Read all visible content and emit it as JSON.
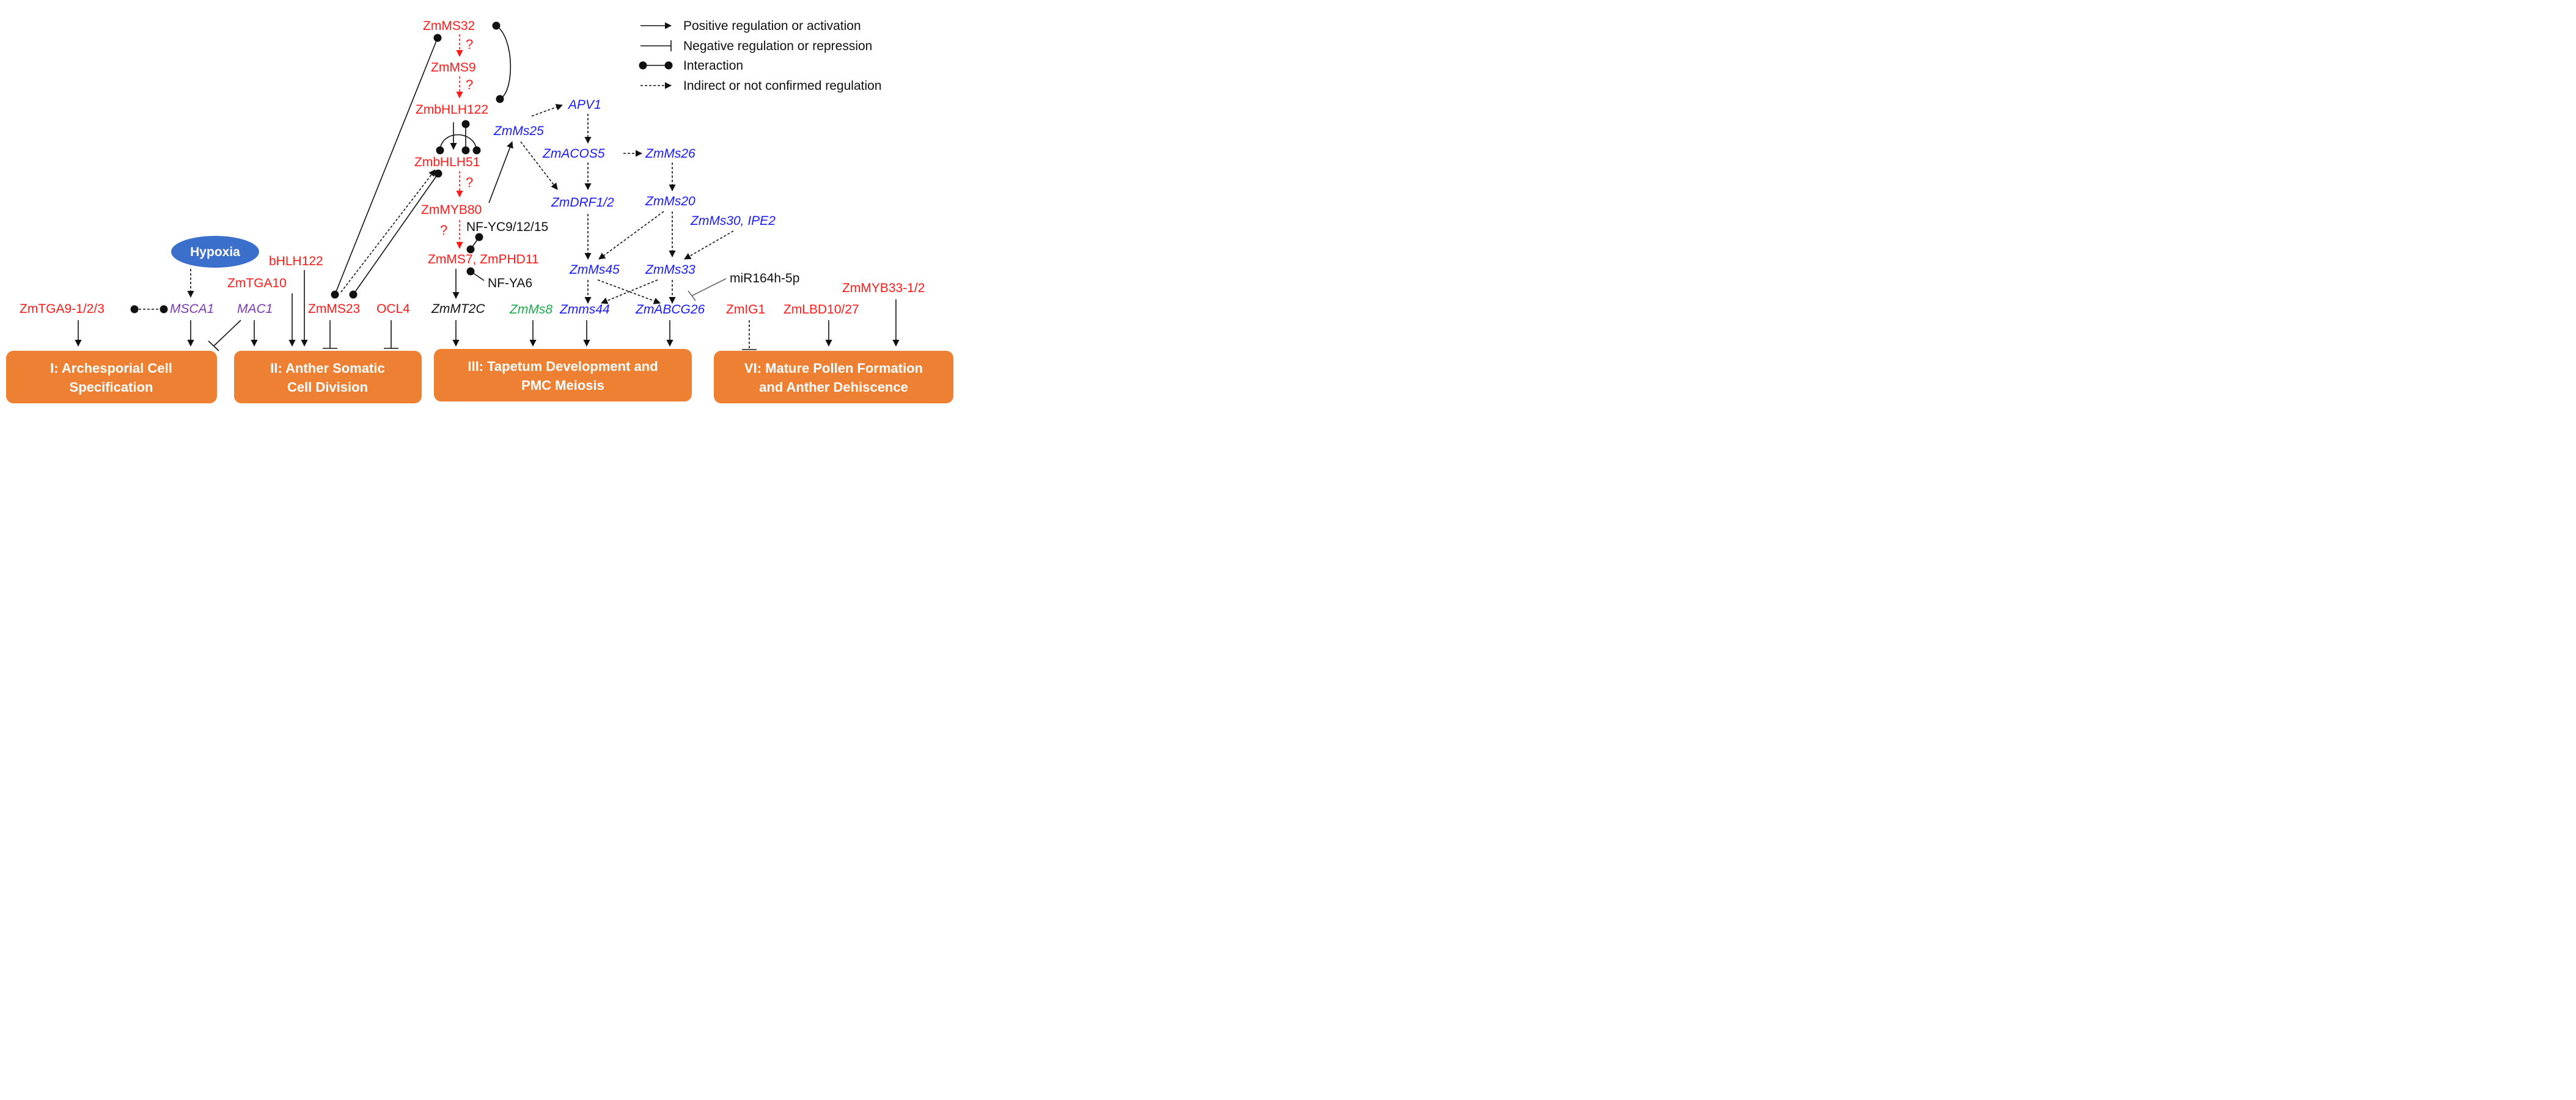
{
  "colors": {
    "red_gene": "#ff1a1a",
    "blue_gene": "#1a1aff",
    "purple_gene": "#7a3ab4",
    "green_gene": "#1aa84a",
    "stage_box": "#ee8033",
    "hypoxia": "#3a6fcc"
  },
  "legend": {
    "positive": "Positive regulation or activation",
    "negative": "Negative regulation or repression",
    "interaction": "Interaction",
    "indirect": "Indirect or not confirmed regulation"
  },
  "question_mark": "?",
  "genes": {
    "zmms32": "ZmMS32",
    "zmms9": "ZmMS9",
    "zmbhlh122": "ZmbHLH122",
    "zmbhlh51": "ZmbHLH51",
    "zmmyb80": "ZmMYB80",
    "nfyc": "NF-YC9/12/15",
    "zmms7": "ZmMS7, ZmPHD11",
    "nfya6": "NF-YA6",
    "zmmt2c": "ZmMT2C",
    "zmms25": "ZmMs25",
    "apv1": "APV1",
    "zmacos5": "ZmACOS5",
    "zmms26": "ZmMs26",
    "zmdrf": "ZmDRF1/2",
    "zmms20": "ZmMs20",
    "zmms30": "ZmMs30, IPE2",
    "zmms45": "ZmMs45",
    "zmms33": "ZmMs33",
    "mir164": "miR164h-5p",
    "zmms8": "ZmMs8",
    "zmms44": "Zmms44",
    "zmabcg26": "ZmABCG26",
    "zmig1": "ZmIG1",
    "zmlbd": "ZmLBD10/27",
    "zmmyb33": "ZmMYB33-1/2",
    "hypoxia": "Hypoxia",
    "zmtga9": "ZmTGA9-1/2/3",
    "msca1": "MSCA1",
    "mac1": "MAC1",
    "zmtga10": "ZmTGA10",
    "bhlh122": "bHLH122",
    "zmms23": "ZmMS23",
    "ocl4": "OCL4"
  },
  "stages": {
    "s1_line1": "I: Archesporial Cell",
    "s1_line2": "Specification",
    "s2_line1": "II: Anther Somatic",
    "s2_line2": "Cell Division",
    "s3_line1": "III: Tapetum Development and",
    "s3_line2": "PMC Meiosis",
    "s4_line1": "VI: Mature Pollen Formation",
    "s4_line2": "and Anther Dehiscence"
  }
}
